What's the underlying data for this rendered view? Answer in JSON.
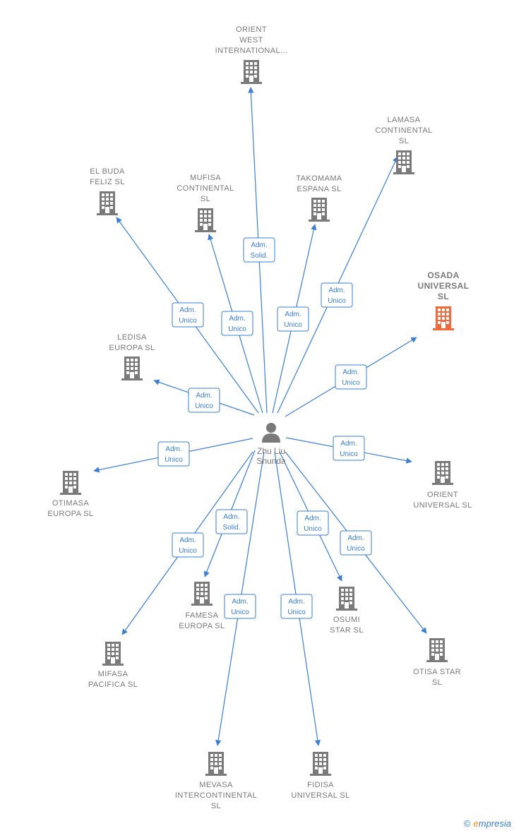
{
  "colors": {
    "edge": "#3a7fd6",
    "building": "#7a7a7a",
    "highlight": "#f26a3c",
    "text": "#7a7a7a"
  },
  "person": {
    "label_lines": [
      "Zhu Liu",
      "Shunda"
    ],
    "icon": "person-icon"
  },
  "companies": [
    {
      "id": "orient-west",
      "label_lines": [
        "ORIENT",
        "WEST",
        "INTERNATIONAL..."
      ],
      "role_lines": [
        "Adm.",
        "Solid."
      ]
    },
    {
      "id": "lamasa",
      "label_lines": [
        "LAMASA",
        "CONTINENTAL",
        "SL"
      ],
      "role_lines": [
        "Adm.",
        "Unico"
      ]
    },
    {
      "id": "el-buda",
      "label_lines": [
        "EL BUDA",
        "FELIZ  SL"
      ],
      "role_lines": [
        "Adm.",
        "Unico"
      ]
    },
    {
      "id": "mufisa",
      "label_lines": [
        "MUFISA",
        "CONTINENTAL",
        "SL"
      ],
      "role_lines": [
        "Adm.",
        "Unico"
      ]
    },
    {
      "id": "takomama",
      "label_lines": [
        "TAKOMAMA",
        "ESPANA  SL"
      ],
      "role_lines": [
        "Adm.",
        "Unico"
      ]
    },
    {
      "id": "osada",
      "label_lines": [
        "OSADA",
        "UNIVERSAL",
        "SL"
      ],
      "role_lines": [
        "Adm.",
        "Unico"
      ],
      "highlight": true
    },
    {
      "id": "ledisa",
      "label_lines": [
        "LEDISA",
        "EUROPA SL"
      ],
      "role_lines": [
        "Adm.",
        "Unico"
      ]
    },
    {
      "id": "otimasa",
      "label_lines": [
        "OTIMASA",
        "EUROPA  SL"
      ],
      "role_lines": [
        "Adm.",
        "Unico"
      ]
    },
    {
      "id": "orient-universal",
      "label_lines": [
        "ORIENT",
        "UNIVERSAL  SL"
      ],
      "role_lines": [
        "Adm.",
        "Unico"
      ]
    },
    {
      "id": "famesa",
      "label_lines": [
        "FAMESA",
        "EUROPA SL"
      ],
      "role_lines": [
        "Adm.",
        "Solid."
      ]
    },
    {
      "id": "mifasa",
      "label_lines": [
        "MIFASA",
        "PACIFICA  SL"
      ],
      "role_lines": [
        "Adm.",
        "Unico"
      ]
    },
    {
      "id": "osumi",
      "label_lines": [
        "OSUMI",
        "STAR  SL"
      ],
      "role_lines": [
        "Adm.",
        "Unico"
      ]
    },
    {
      "id": "otisa",
      "label_lines": [
        "OTISA STAR",
        "SL"
      ],
      "role_lines": [
        "Adm.",
        "Unico"
      ]
    },
    {
      "id": "mevasa",
      "label_lines": [
        "MEVASA",
        "INTERCONTINENTAL",
        "SL"
      ],
      "role_lines": [
        "Adm.",
        "Unico"
      ]
    },
    {
      "id": "fidisa",
      "label_lines": [
        "FIDISA",
        "UNIVERSAL SL"
      ],
      "role_lines": [
        "Adm.",
        "Unico"
      ]
    }
  ],
  "footer": {
    "copyright": "©",
    "brand_first": "e",
    "brand_rest": "mpresia"
  }
}
